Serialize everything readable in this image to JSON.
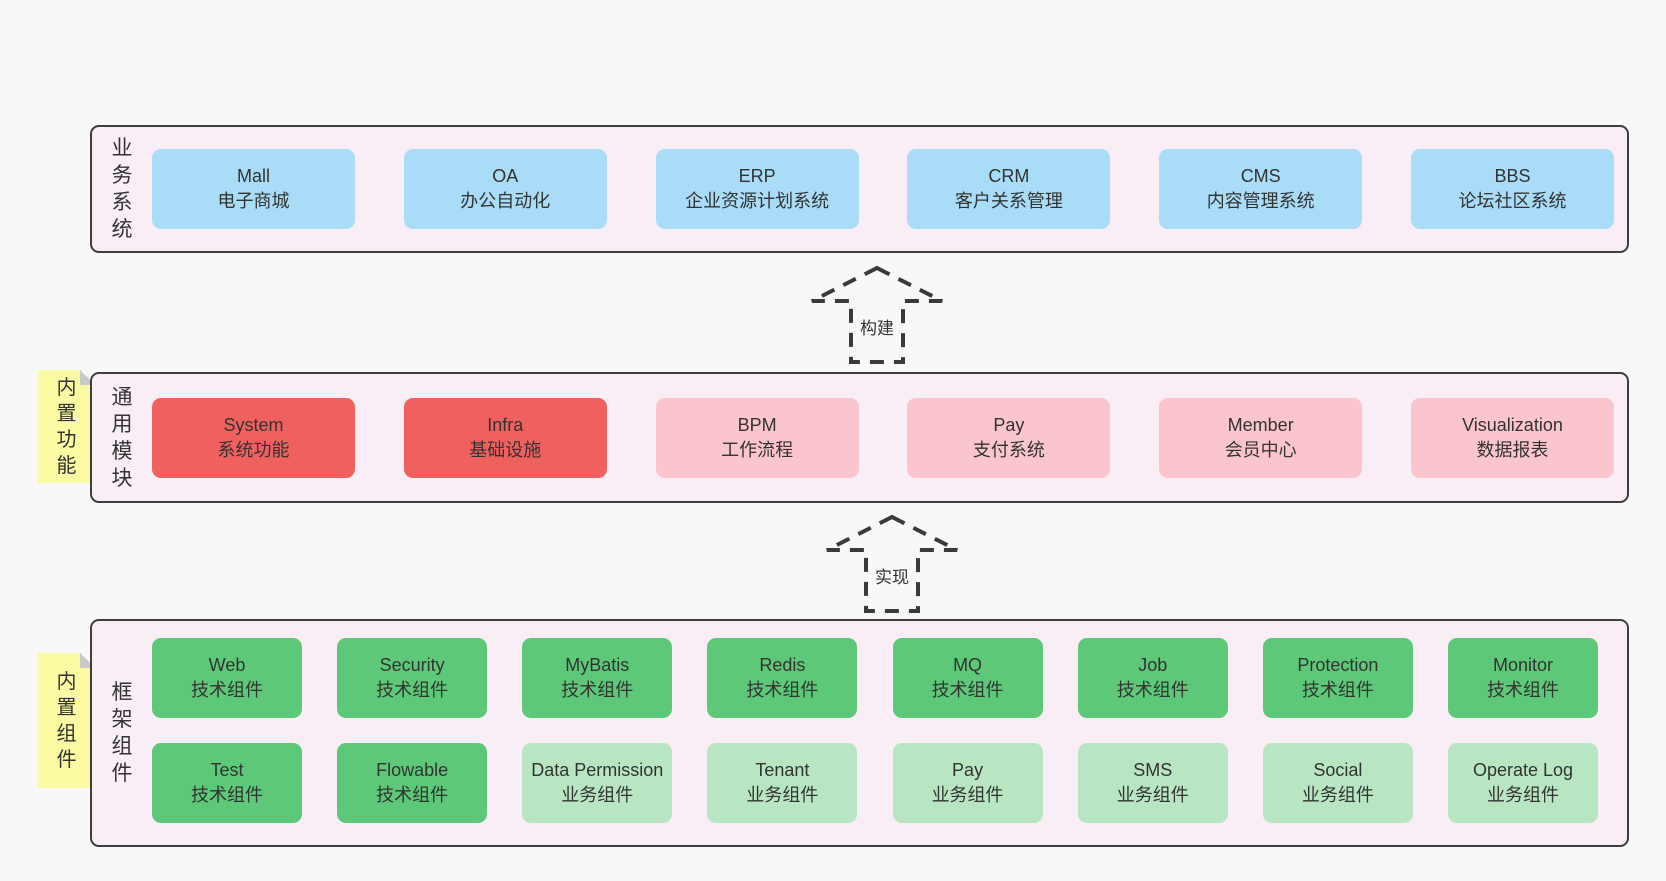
{
  "colors": {
    "page_bg": "#f8f8f8",
    "layer_bg": "#f9edf6",
    "layer_border": "#3d3d3d",
    "system_blue": "#a9dcf6",
    "module_red": "#f0605f",
    "module_pink": "#fac5cd",
    "component_green": "#5dc878",
    "component_green_light": "#b8e6c3",
    "note_yellow": "#fafaa3",
    "text": "#333333"
  },
  "notes": [
    {
      "text": "内置功能"
    },
    {
      "text": "内置组件"
    }
  ],
  "arrows": [
    {
      "label": "构建"
    },
    {
      "label": "实现"
    }
  ],
  "layers": [
    {
      "label": "业务系统",
      "boxes": [
        {
          "name": "Mall",
          "desc": "电子商城"
        },
        {
          "name": "OA",
          "desc": "办公自动化"
        },
        {
          "name": "ERP",
          "desc": "企业资源计划系统"
        },
        {
          "name": "CRM",
          "desc": "客户关系管理"
        },
        {
          "name": "CMS",
          "desc": "内容管理系统"
        },
        {
          "name": "BBS",
          "desc": "论坛社区系统"
        }
      ]
    },
    {
      "label": "通用模块",
      "boxes": [
        {
          "name": "System",
          "desc": "系统功能"
        },
        {
          "name": "Infra",
          "desc": "基础设施"
        },
        {
          "name": "BPM",
          "desc": "工作流程"
        },
        {
          "name": "Pay",
          "desc": "支付系统"
        },
        {
          "name": "Member",
          "desc": "会员中心"
        },
        {
          "name": "Visualization",
          "desc": "数据报表"
        }
      ]
    },
    {
      "label": "框架组件",
      "boxes": [
        {
          "name": "Web",
          "desc": "技术组件"
        },
        {
          "name": "Security",
          "desc": "技术组件"
        },
        {
          "name": "MyBatis",
          "desc": "技术组件"
        },
        {
          "name": "Redis",
          "desc": "技术组件"
        },
        {
          "name": "MQ",
          "desc": "技术组件"
        },
        {
          "name": "Job",
          "desc": "技术组件"
        },
        {
          "name": "Protection",
          "desc": "技术组件"
        },
        {
          "name": "Monitor",
          "desc": "技术组件"
        },
        {
          "name": "Test",
          "desc": "技术组件"
        },
        {
          "name": "Flowable",
          "desc": "技术组件"
        },
        {
          "name": "Data Permission",
          "desc": "业务组件"
        },
        {
          "name": "Tenant",
          "desc": "业务组件"
        },
        {
          "name": "Pay",
          "desc": "业务组件"
        },
        {
          "name": "SMS",
          "desc": "业务组件"
        },
        {
          "name": "Social",
          "desc": "业务组件"
        },
        {
          "name": "Operate Log",
          "desc": "业务组件"
        }
      ]
    }
  ]
}
